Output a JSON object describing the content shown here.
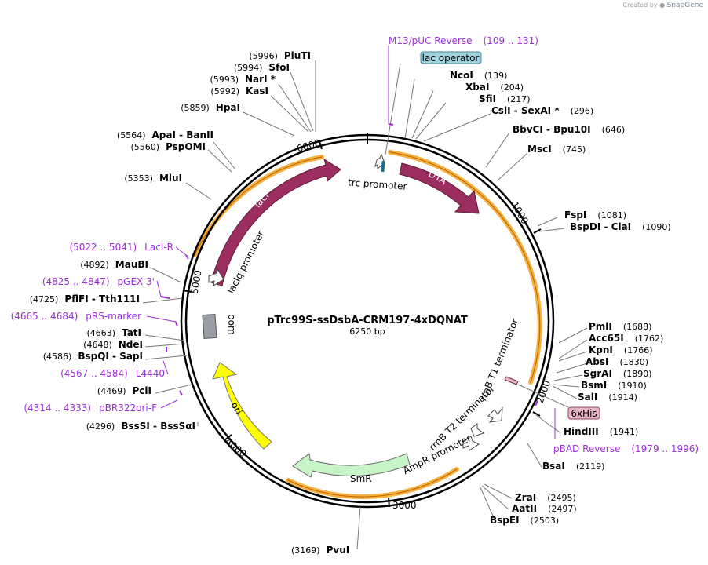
{
  "credit": {
    "prefix": "Created by",
    "brand": "SnapGene"
  },
  "plasmid": {
    "name": "pTrc99S-ssDsbA-CRM197-4xDQNAT",
    "size": "6250 bp"
  },
  "ticks": [
    "1000",
    "2000",
    "3000",
    "4000",
    "5000",
    "6000"
  ],
  "features": {
    "dta": "DTA",
    "laci": "lacI",
    "ori": "ori",
    "smr": "SmR",
    "bom": "bom",
    "trc_promoter": "trc promoter",
    "laciq_promoter": "lacIq promoter",
    "rrnb_t1": "rrnB T1 terminator",
    "rrnb_t2": "rrnB T2 terminator",
    "ampr_promoter": "AmpR promoter",
    "lac_operator": "lac operator",
    "his6": "6xHis"
  },
  "sites": [
    {
      "pos": "(5996)",
      "label": "PluTI"
    },
    {
      "pos": "(5994)",
      "label": "SfoI"
    },
    {
      "pos": "(5993)",
      "label": "NarI *"
    },
    {
      "pos": "(5992)",
      "label": "KasI"
    },
    {
      "pos": "(5859)",
      "label": "HpaI"
    },
    {
      "pos": "(5564)",
      "label": "ApaI  - BanII"
    },
    {
      "pos": "(5560)",
      "label": "PspOMI"
    },
    {
      "pos": "(5353)",
      "label": "MluI"
    },
    {
      "pos": "(4892)",
      "label": "MauBI"
    },
    {
      "pos": "(4725)",
      "label": "PflFI  - Tth111I"
    },
    {
      "pos": "(4663)",
      "label": "TatI"
    },
    {
      "pos": "(4648)",
      "label": "NdeI"
    },
    {
      "pos": "(4586)",
      "label": "BspQI  - SapI"
    },
    {
      "pos": "(4469)",
      "label": "PciI"
    },
    {
      "pos": "(4296)",
      "label": "BssSI  - BssSαI"
    },
    {
      "pos": "(139)",
      "label": "NcoI"
    },
    {
      "pos": "(204)",
      "label": "XbaI"
    },
    {
      "pos": "(217)",
      "label": "SfiI"
    },
    {
      "pos": "(296)",
      "label": "CsiI  - SexAI *"
    },
    {
      "pos": "(646)",
      "label": "BbvCI  - Bpu10I"
    },
    {
      "pos": "(745)",
      "label": "MscI"
    },
    {
      "pos": "(1081)",
      "label": "FspI"
    },
    {
      "pos": "(1090)",
      "label": "BspDI  - ClaI"
    },
    {
      "pos": "(1688)",
      "label": "PmlI"
    },
    {
      "pos": "(1762)",
      "label": "Acc65I"
    },
    {
      "pos": "(1766)",
      "label": "KpnI"
    },
    {
      "pos": "(1830)",
      "label": "AbsI"
    },
    {
      "pos": "(1890)",
      "label": "SgrAI"
    },
    {
      "pos": "(1910)",
      "label": "BsmI"
    },
    {
      "pos": "(1914)",
      "label": "SalI"
    },
    {
      "pos": "(1941)",
      "label": "HindIII"
    },
    {
      "pos": "(2119)",
      "label": "BsaI"
    },
    {
      "pos": "(2495)",
      "label": "ZraI"
    },
    {
      "pos": "(2497)",
      "label": "AatII"
    },
    {
      "pos": "(2503)",
      "label": "BspEI"
    },
    {
      "pos": "(3169)",
      "label": "PvuI"
    }
  ],
  "primers": [
    {
      "label": "M13/pUC Reverse",
      "range": "(109 .. 131)"
    },
    {
      "label": "LacI-R",
      "range": "(5022 .. 5041)"
    },
    {
      "label": "pGEX 3'",
      "range": "(4825 .. 4847)"
    },
    {
      "label": "pRS-marker",
      "range": "(4665 .. 4684)"
    },
    {
      "label": "L4440",
      "range": "(4567 .. 4584)"
    },
    {
      "label": "pBR322ori-F",
      "range": "(4314 .. 4333)"
    },
    {
      "label": "pBAD Reverse",
      "range": "(1979 .. 1996)"
    }
  ],
  "colors": {
    "backbone": "#000000",
    "cds": "#9b2d5f",
    "ori": "#ffff00",
    "smr": "#c8f5c8",
    "bom": "#999ea6",
    "primer": "#9b30d9",
    "halo": "#f3a521",
    "lac_operator": "#9fd3de",
    "his6": "#e6b6c6"
  }
}
